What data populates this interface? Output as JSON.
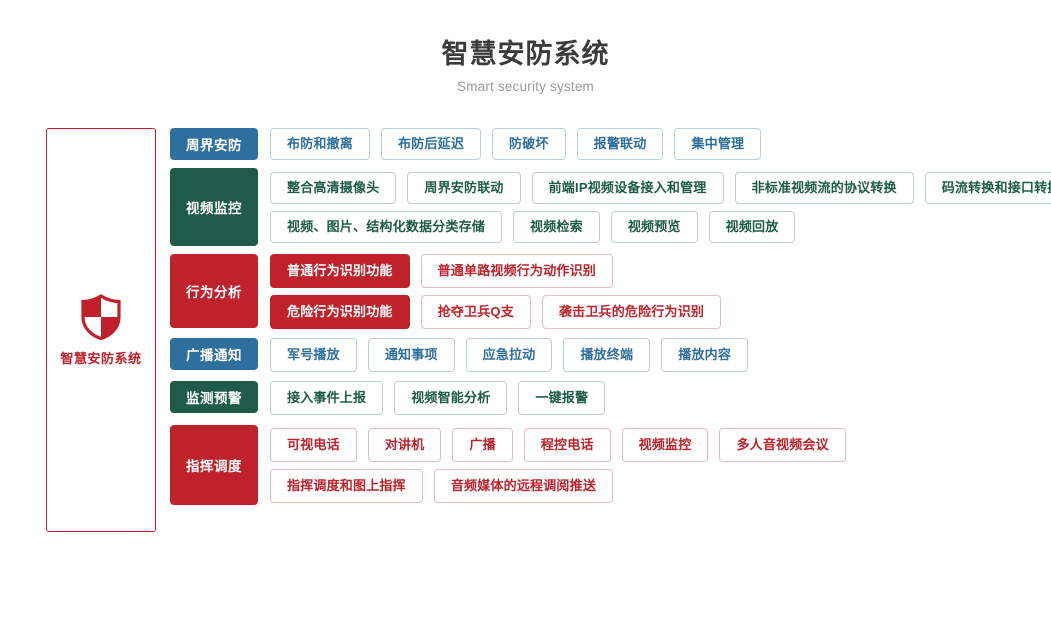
{
  "header": {
    "title": "智慧安防系统",
    "subtitle": "Smart security system"
  },
  "brand": {
    "icon": "shield-icon",
    "label": "智慧安防系统",
    "color": "#c0202a"
  },
  "colors": {
    "blue": "#2f6f9d",
    "green": "#1e5b49",
    "red": "#bf222a",
    "title": "#3b3b3b",
    "subtitle": "#9b9b9b"
  },
  "rows": [
    {
      "category": "周界安防",
      "theme": "blue",
      "lines": [
        [
          {
            "label": "布防和撤离",
            "filled": false
          },
          {
            "label": "布防后延迟",
            "filled": false
          },
          {
            "label": "防破坏",
            "filled": false
          },
          {
            "label": "报警联动",
            "filled": false
          },
          {
            "label": "集中管理",
            "filled": false
          }
        ]
      ]
    },
    {
      "category": "视频监控",
      "theme": "green",
      "lines": [
        [
          {
            "label": "整合高清摄像头",
            "filled": false
          },
          {
            "label": "周界安防联动",
            "filled": false
          },
          {
            "label": "前端IP视频设备接入和管理",
            "filled": false
          },
          {
            "label": "非标准视频流的协议转换",
            "filled": false
          },
          {
            "label": "码流转换和接口转换",
            "filled": false
          }
        ],
        [
          {
            "label": "视频、图片、结构化数据分类存储",
            "filled": false
          },
          {
            "label": "视频检索",
            "filled": false
          },
          {
            "label": "视频预览",
            "filled": false
          },
          {
            "label": "视频回放",
            "filled": false
          }
        ]
      ]
    },
    {
      "category": "行为分析",
      "theme": "red",
      "lines": [
        [
          {
            "label": "普通行为识别功能",
            "filled": true
          },
          {
            "label": "普通单路视频行为动作识别",
            "filled": false
          }
        ],
        [
          {
            "label": "危险行为识别功能",
            "filled": true
          },
          {
            "label": "抢夺卫兵Q支",
            "filled": false
          },
          {
            "label": "袭击卫兵的危险行为识别",
            "filled": false
          }
        ]
      ]
    },
    {
      "category": "广播通知",
      "theme": "blue",
      "lines": [
        [
          {
            "label": "军号播放",
            "filled": false
          },
          {
            "label": "通知事项",
            "filled": false
          },
          {
            "label": "应急拉动",
            "filled": false
          },
          {
            "label": "播放终端",
            "filled": false
          },
          {
            "label": "播放内容",
            "filled": false
          }
        ]
      ]
    },
    {
      "category": "监测预警",
      "theme": "green",
      "lines": [
        [
          {
            "label": "接入事件上报",
            "filled": false
          },
          {
            "label": "视频智能分析",
            "filled": false
          },
          {
            "label": "一键报警",
            "filled": false
          }
        ]
      ]
    },
    {
      "category": "指挥调度",
      "theme": "red",
      "lines": [
        [
          {
            "label": "可视电话",
            "filled": false
          },
          {
            "label": "对讲机",
            "filled": false
          },
          {
            "label": "广播",
            "filled": false
          },
          {
            "label": "程控电话",
            "filled": false
          },
          {
            "label": "视频监控",
            "filled": false
          },
          {
            "label": "多人音视频会议",
            "filled": false
          }
        ],
        [
          {
            "label": "指挥调度和图上指挥",
            "filled": false
          },
          {
            "label": "音频媒体的远程调阅推送",
            "filled": false
          }
        ]
      ]
    }
  ]
}
